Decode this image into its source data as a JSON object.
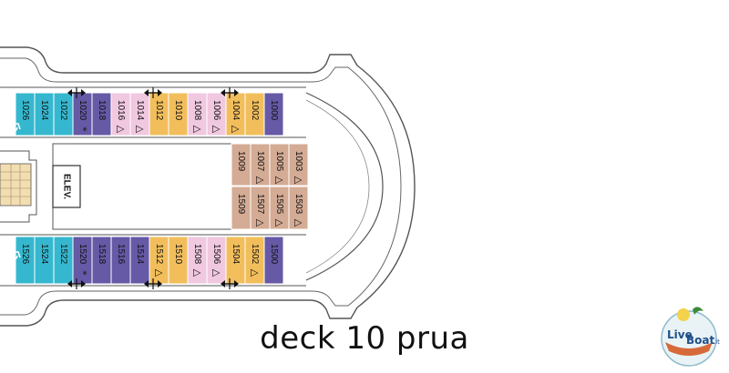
{
  "title": "deck 10 prua",
  "elevator_label": "ELEV.",
  "logo": {
    "text_live": "Live",
    "text_boat": "Boat",
    "text_it": ".it"
  },
  "icons": {
    "accessible": "wheelchair-icon",
    "connecting": "double-arrow-icon",
    "stairs": "stairs-icon"
  },
  "colors": {
    "hull": "#555555",
    "teal": "#35b8cf",
    "purple": "#6659a6",
    "pink": "#f0c8e0",
    "orange": "#f2be5c",
    "tan": "#d4ab94",
    "stairs": "#f2deb0",
    "accessible_bg": "#5c3f8c"
  },
  "top_row": [
    {
      "num": "1026",
      "color": "teal",
      "accessible": true
    },
    {
      "num": "1024",
      "color": "teal"
    },
    {
      "num": "1022",
      "color": "teal"
    },
    {
      "num": "1020",
      "color": "purple",
      "mark": "*",
      "connect": true
    },
    {
      "num": "1018",
      "color": "purple"
    },
    {
      "num": "1016",
      "color": "pink",
      "mark": "△"
    },
    {
      "num": "1014",
      "color": "pink",
      "mark": "△"
    },
    {
      "num": "1012",
      "color": "orange",
      "connect": true
    },
    {
      "num": "1010",
      "color": "orange"
    },
    {
      "num": "1008",
      "color": "pink",
      "mark": "△"
    },
    {
      "num": "1006",
      "color": "pink",
      "mark": "△"
    },
    {
      "num": "1004",
      "color": "orange",
      "mark": "△",
      "connect": true
    },
    {
      "num": "1002",
      "color": "orange"
    },
    {
      "num": "1000",
      "color": "purple"
    }
  ],
  "bottom_row": [
    {
      "num": "1526",
      "color": "teal",
      "accessible": true
    },
    {
      "num": "1524",
      "color": "teal"
    },
    {
      "num": "1522",
      "color": "teal"
    },
    {
      "num": "1520",
      "color": "purple",
      "mark": "*",
      "connect": true
    },
    {
      "num": "1518",
      "color": "purple"
    },
    {
      "num": "1516",
      "color": "purple"
    },
    {
      "num": "1514",
      "color": "purple"
    },
    {
      "num": "1512",
      "color": "orange",
      "mark": "△",
      "connect": true
    },
    {
      "num": "1510",
      "color": "orange"
    },
    {
      "num": "1508",
      "color": "pink",
      "mark": "△"
    },
    {
      "num": "1506",
      "color": "pink",
      "mark": "△"
    },
    {
      "num": "1504",
      "color": "orange",
      "connect": true
    },
    {
      "num": "1502",
      "color": "orange",
      "mark": "△"
    },
    {
      "num": "1500",
      "color": "purple"
    }
  ],
  "inner_top": [
    {
      "num": "1009",
      "color": "tan"
    },
    {
      "num": "1007",
      "color": "tan",
      "mark": "△"
    },
    {
      "num": "1005",
      "color": "tan",
      "mark": "△"
    },
    {
      "num": "1003",
      "color": "tan",
      "mark": "△"
    }
  ],
  "inner_bottom": [
    {
      "num": "1509",
      "color": "tan"
    },
    {
      "num": "1507",
      "color": "tan",
      "mark": "△"
    },
    {
      "num": "1505",
      "color": "tan",
      "mark": "△"
    },
    {
      "num": "1503",
      "color": "tan",
      "mark": "△"
    }
  ]
}
